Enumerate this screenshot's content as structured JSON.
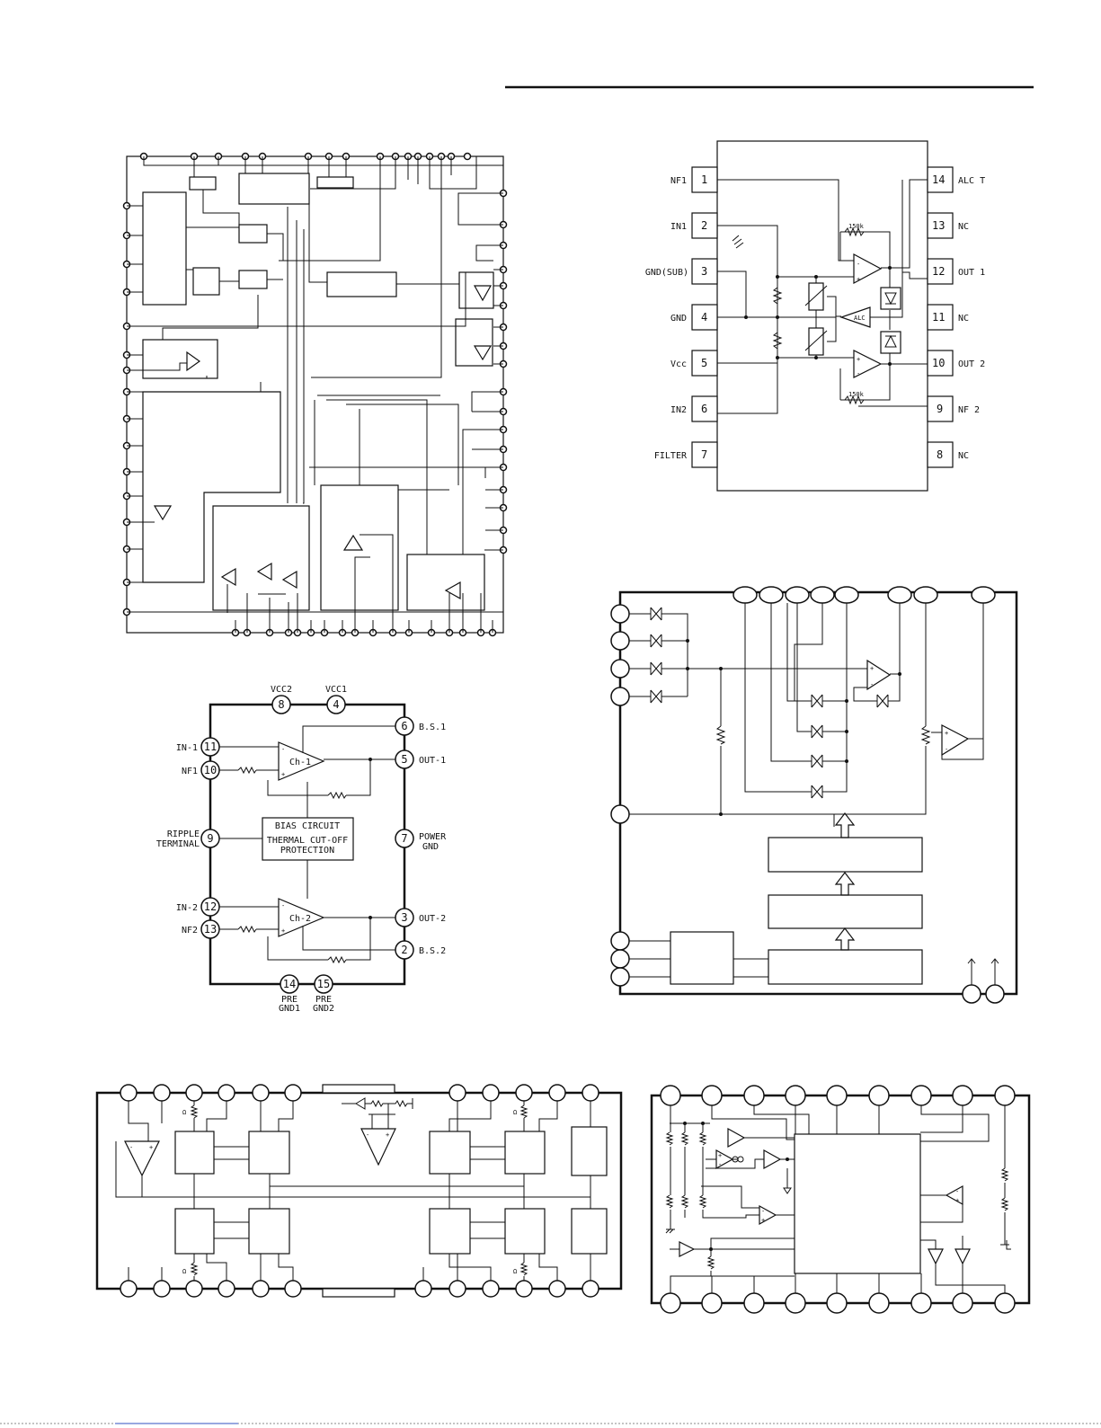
{
  "diagram_bottom_left": {
    "bias_block": {
      "line1": "BIAS CIRCUIT",
      "line2": "THERMAL CUT-OFF",
      "line3": "PROTECTION"
    },
    "amp1_label": "Ch-1",
    "amp2_label": "Ch-2",
    "pins": [
      {
        "num": "8",
        "name": "VCC2"
      },
      {
        "num": "4",
        "name": "VCC1"
      },
      {
        "num": "6",
        "name": "B.S.1"
      },
      {
        "num": "11",
        "name": "IN-1"
      },
      {
        "num": "10",
        "name": "NF1"
      },
      {
        "num": "5",
        "name": "OUT-1"
      },
      {
        "num": "9",
        "name": "RIPPLE",
        "name2": "TERMINAL"
      },
      {
        "num": "7",
        "name": "POWER",
        "name2": "GND"
      },
      {
        "num": "12",
        "name": "IN-2"
      },
      {
        "num": "3",
        "name": "OUT-2"
      },
      {
        "num": "13",
        "name": "NF2"
      },
      {
        "num": "2",
        "name": "B.S.2"
      },
      {
        "num": "14",
        "name": "PRE",
        "name2": "GND1"
      },
      {
        "num": "15",
        "name": "PRE",
        "name2": "GND2"
      }
    ]
  },
  "diagram_top_right": {
    "left_pins": [
      {
        "num": "1",
        "name": "NF1"
      },
      {
        "num": "2",
        "name": "IN1"
      },
      {
        "num": "3",
        "name": "GND(SUB)"
      },
      {
        "num": "4",
        "name": "GND"
      },
      {
        "num": "5",
        "name": "Vcc"
      },
      {
        "num": "6",
        "name": "IN2"
      },
      {
        "num": "7",
        "name": "FILTER"
      }
    ],
    "right_pins": [
      {
        "num": "14",
        "name": "ALC T"
      },
      {
        "num": "13",
        "name": "NC"
      },
      {
        "num": "12",
        "name": "OUT 1"
      },
      {
        "num": "11",
        "name": "NC"
      },
      {
        "num": "10",
        "name": "OUT 2"
      },
      {
        "num": "9",
        "name": "NF 2"
      },
      {
        "num": "8",
        "name": "NC"
      }
    ],
    "resistor1": "150k",
    "resistor2": "150k",
    "alc_label": "ALC"
  },
  "diagram_bottom_left_lower": {
    "ohm_marks": [
      "Ω",
      "Ω",
      "Ω",
      "Ω"
    ]
  }
}
